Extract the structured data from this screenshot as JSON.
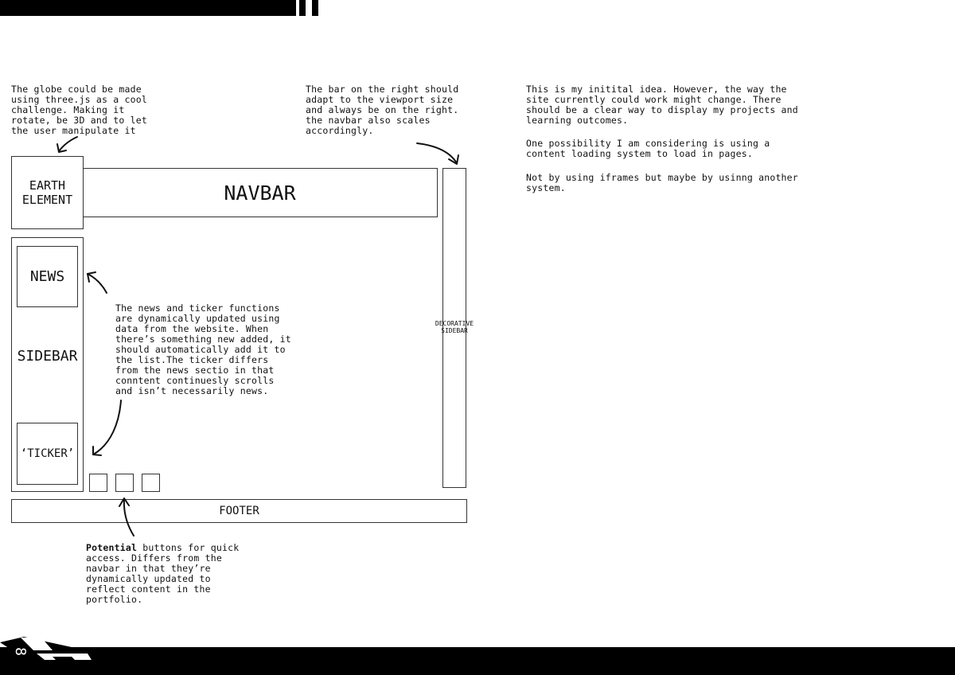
{
  "page": {
    "number": "8"
  },
  "notes": {
    "globe": "The globe could be made\nusing three.js as a cool\nchallenge. Making it\nrotate, be 3D and to let\nthe user manipulate it",
    "right_bar": "The bar on the right should\nadapt to the viewport size\nand always be on the right.\nthe navbar also scales\naccordingly.",
    "intro_1": "This is my initital idea. However, the way the\nsite currently could work might change. There\nshould be a clear way to display my projects and\nlearning outcomes.",
    "intro_2": "One possibility I am considering is using a\ncontent loading system to load in pages.",
    "intro_3": "Not by using iframes but maybe by usinng another\nsystem.",
    "news_ticker": "The news and ticker functions\nare dynamically updated using\ndata from the website. When\nthere’s something new added, it\nshould automatically add it to\nthe list.The ticker differs\nfrom the news sectio in that\nconntent continuesly scrolls\nand isn’t necessarily news.",
    "buttons_bold": "Potential",
    "buttons_rest": " buttons for quick\naccess. Differs from the\nnavbar in that they’re\ndynamically updated to\nreflect content in the\nportfolio."
  },
  "wireframe": {
    "earth": "EARTH\nELEMENT",
    "navbar": "NAVBAR",
    "sidebar": "SIDEBAR",
    "news": "NEWS",
    "ticker": "‘TICKER’",
    "decorative": "DECORATIVE\nSIDEBAR",
    "footer": "FOOTER"
  }
}
